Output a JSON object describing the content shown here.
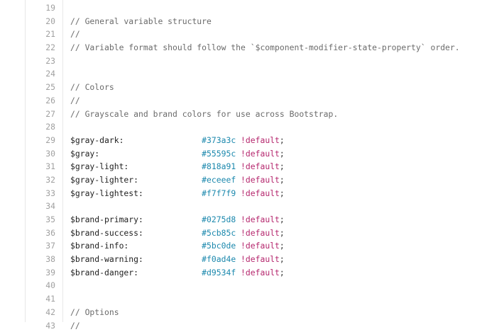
{
  "editor": {
    "language": "scss",
    "lines": [
      {
        "n": "19",
        "type": "blank"
      },
      {
        "n": "20",
        "type": "comment",
        "text": "// General variable structure"
      },
      {
        "n": "21",
        "type": "comment",
        "text": "//"
      },
      {
        "n": "22",
        "type": "comment",
        "text": "// Variable format should follow the `$component-modifier-state-property` order."
      },
      {
        "n": "23",
        "type": "blank"
      },
      {
        "n": "24",
        "type": "blank"
      },
      {
        "n": "25",
        "type": "comment",
        "text": "// Colors"
      },
      {
        "n": "26",
        "type": "comment",
        "text": "//"
      },
      {
        "n": "27",
        "type": "comment",
        "text": "// Grayscale and brand colors for use across Bootstrap."
      },
      {
        "n": "28",
        "type": "blank"
      },
      {
        "n": "29",
        "type": "var",
        "name": "$gray-dark:",
        "pad": "                ",
        "value": "#373a3c",
        "flag": "!default",
        "end": ";"
      },
      {
        "n": "30",
        "type": "var",
        "name": "$gray:",
        "pad": "                     ",
        "value": "#55595c",
        "flag": "!default",
        "end": ";"
      },
      {
        "n": "31",
        "type": "var",
        "name": "$gray-light:",
        "pad": "               ",
        "value": "#818a91",
        "flag": "!default",
        "end": ";"
      },
      {
        "n": "32",
        "type": "var",
        "name": "$gray-lighter:",
        "pad": "             ",
        "value": "#eceeef",
        "flag": "!default",
        "end": ";"
      },
      {
        "n": "33",
        "type": "var",
        "name": "$gray-lightest:",
        "pad": "            ",
        "value": "#f7f7f9",
        "flag": "!default",
        "end": ";"
      },
      {
        "n": "34",
        "type": "blank"
      },
      {
        "n": "35",
        "type": "var",
        "name": "$brand-primary:",
        "pad": "            ",
        "value": "#0275d8",
        "flag": "!default",
        "end": ";"
      },
      {
        "n": "36",
        "type": "var",
        "name": "$brand-success:",
        "pad": "            ",
        "value": "#5cb85c",
        "flag": "!default",
        "end": ";"
      },
      {
        "n": "37",
        "type": "var",
        "name": "$brand-info:",
        "pad": "               ",
        "value": "#5bc0de",
        "flag": "!default",
        "end": ";"
      },
      {
        "n": "38",
        "type": "var",
        "name": "$brand-warning:",
        "pad": "            ",
        "value": "#f0ad4e",
        "flag": "!default",
        "end": ";"
      },
      {
        "n": "39",
        "type": "var",
        "name": "$brand-danger:",
        "pad": "             ",
        "value": "#d9534f",
        "flag": "!default",
        "end": ";"
      },
      {
        "n": "40",
        "type": "blank"
      },
      {
        "n": "41",
        "type": "blank"
      },
      {
        "n": "42",
        "type": "comment",
        "text": "// Options"
      },
      {
        "n": "43",
        "type": "comment",
        "text": "//"
      }
    ]
  },
  "colors": {
    "hex_token": "#1b88ad",
    "keyword_token": "#b5266d",
    "comment_token": "#6b6b6b",
    "line_number": "#a0a0a0"
  }
}
